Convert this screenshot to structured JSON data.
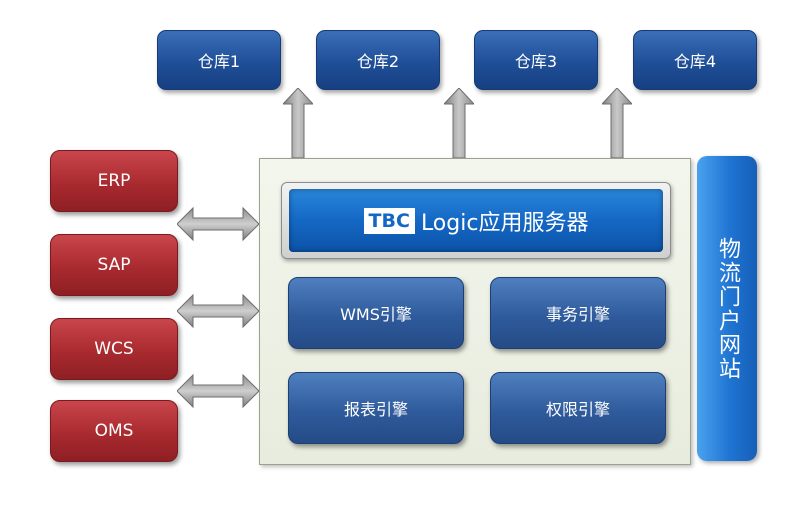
{
  "warehouses": [
    {
      "label": "仓库1"
    },
    {
      "label": "仓库2"
    },
    {
      "label": "仓库3"
    },
    {
      "label": "仓库4"
    }
  ],
  "external_systems": [
    {
      "label": "ERP"
    },
    {
      "label": "SAP"
    },
    {
      "label": "WCS"
    },
    {
      "label": "OMS"
    }
  ],
  "server": {
    "badge": "TBC",
    "name": "Logic应用服务器"
  },
  "engines": [
    {
      "label": "WMS引擎"
    },
    {
      "label": "事务引擎"
    },
    {
      "label": "报表引擎"
    },
    {
      "label": "权限引擎"
    }
  ],
  "portal": {
    "label": "物流门户网站"
  },
  "colors": {
    "warehouse_blue": "#1f4f98",
    "external_red": "#a92a2f",
    "server_blue": "#1468c4",
    "engine_blue": "#2f5b9c",
    "portal_blue": "#1f74d2",
    "arrow_gray": "#9a9a9a"
  }
}
